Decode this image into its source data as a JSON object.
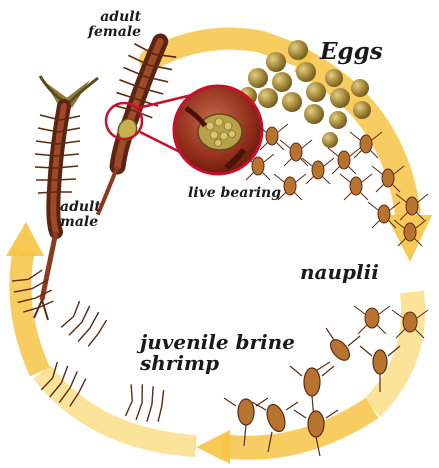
{
  "labels": {
    "eggs": "Eggs",
    "adult_female_line1": "adult",
    "adult_female_line2": "female",
    "adult_male_line1": "adult",
    "adult_male_line2": "male",
    "live_bearing": "live bearing",
    "nauplii": "nauplii",
    "juvenile_line1": "juvenile brine",
    "juvenile_line2": "shrimp"
  },
  "colors": {
    "cycle_arrow": "#f6c445",
    "cycle_arrow_light": "#fde7a2",
    "egg": "#a88b3c",
    "shrimp_body": "#8a3b1d",
    "shrimp_legs": "#5a2a12",
    "nauplius_body": "#b8742e",
    "magnifier_ring": "#c8102e",
    "embryo": "#b9a04a",
    "text": "#1a1a1a"
  }
}
